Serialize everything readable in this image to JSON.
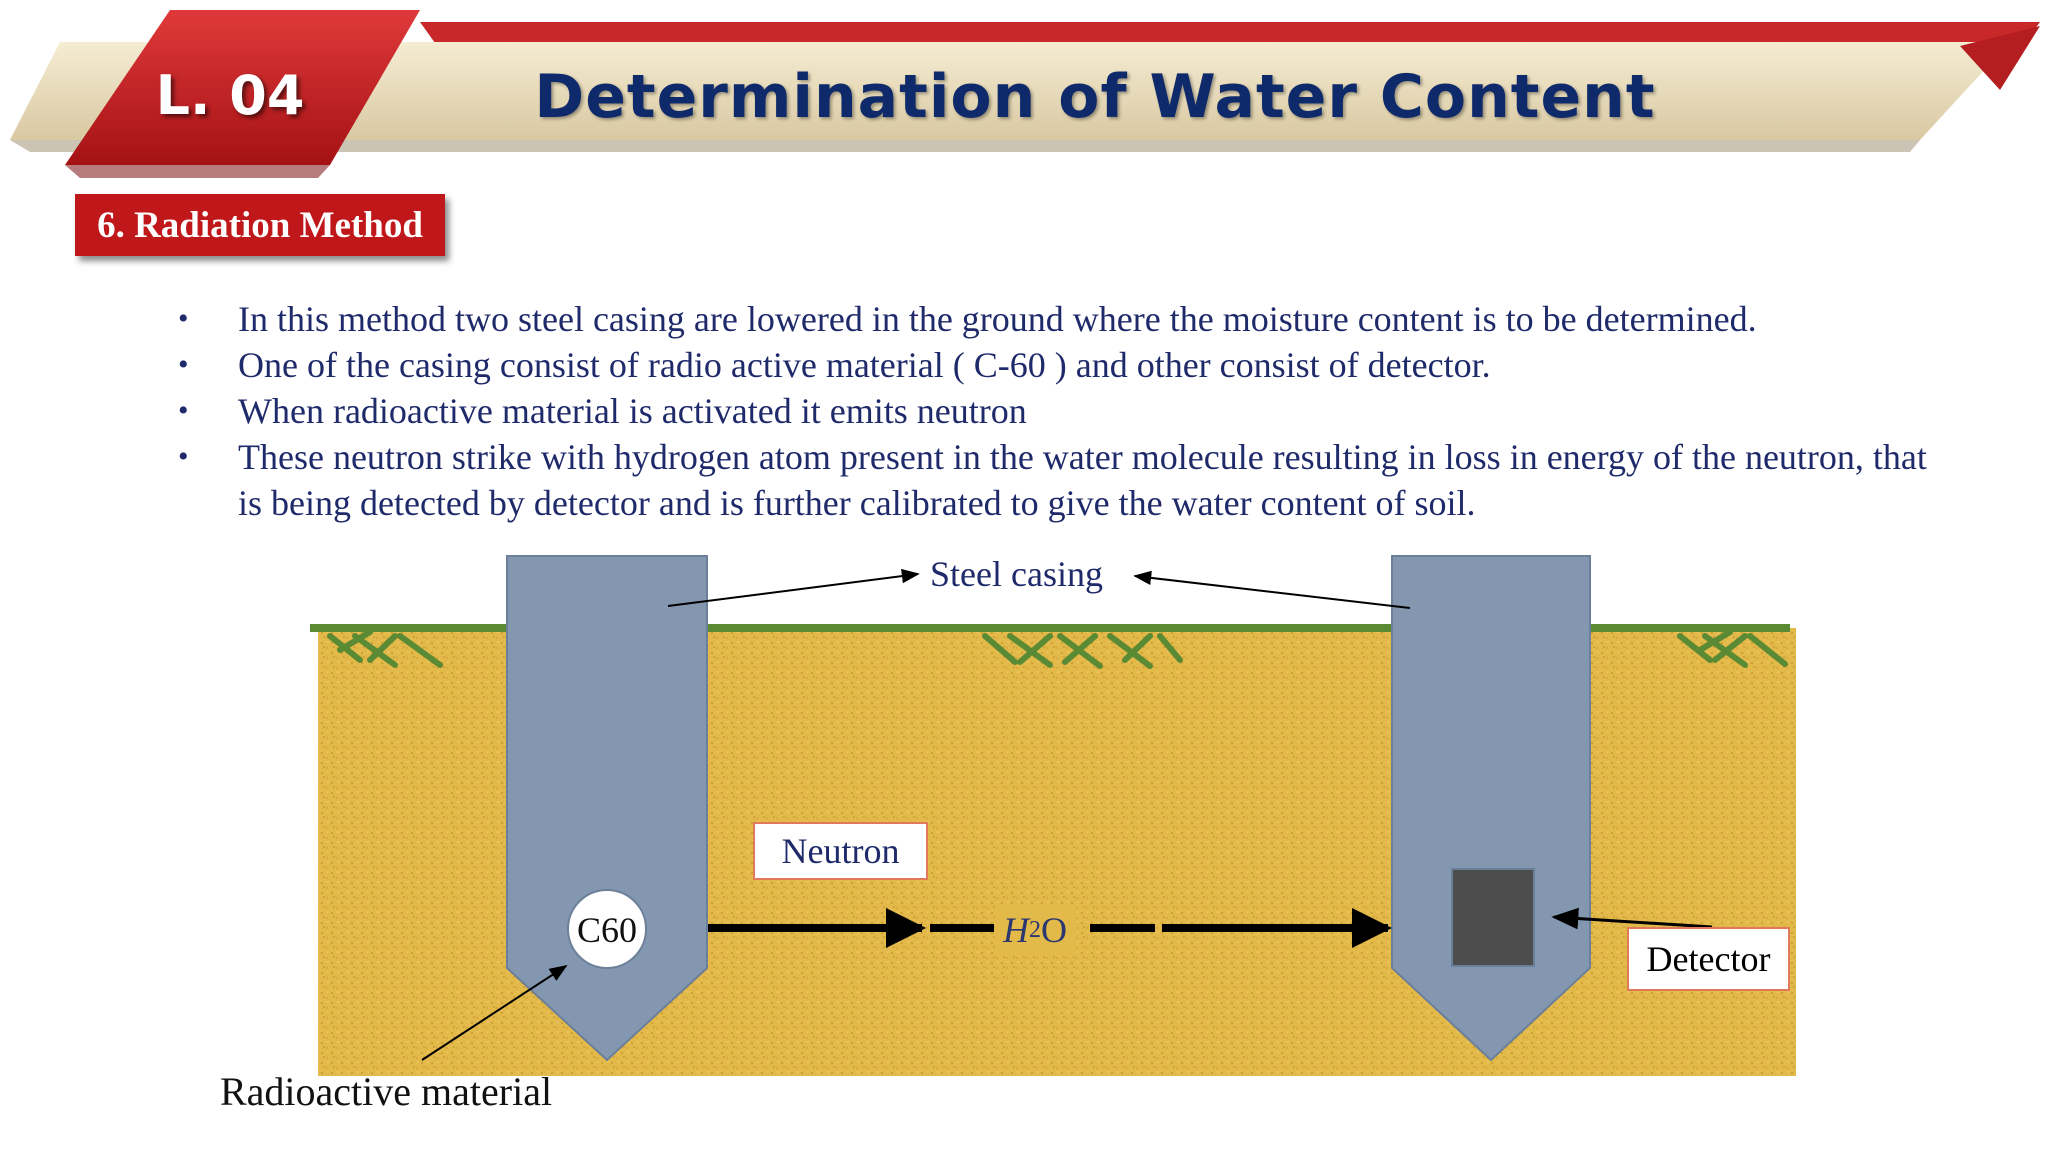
{
  "header": {
    "lesson_code": "L. 04",
    "title": "Determination of Water Content"
  },
  "section": {
    "heading": "6. Radiation Method"
  },
  "bullets": [
    "In this method two steel casing are lowered in the ground where the moisture content is to be determined.",
    "One of the casing consist of radio active material ( C-60 ) and other consist of detector.",
    "When radioactive material is activated it emits neutron",
    "These neutron strike with hydrogen atom present in the water molecule resulting in loss in energy of the neutron, that is being detected by detector and is further calibrated to give the water content of soil."
  ],
  "bullet_marker": "•",
  "diagram": {
    "steel_casing_label": "Steel casing",
    "neutron_label": "Neutron",
    "source_label": "C60",
    "water_label_base": "H",
    "water_label_sub": "2",
    "water_label_end": "O",
    "detector_label": "Detector",
    "radioactive_label": "Radioactive material"
  },
  "colors": {
    "banner_red": "#c0181a",
    "banner_cream": "#efe3c4",
    "title_navy": "#0f2a6b",
    "soil": "#e3b94a",
    "grass": "#5b8a34",
    "casing": "#8497b0",
    "detector_box": "#4d4d4d"
  }
}
